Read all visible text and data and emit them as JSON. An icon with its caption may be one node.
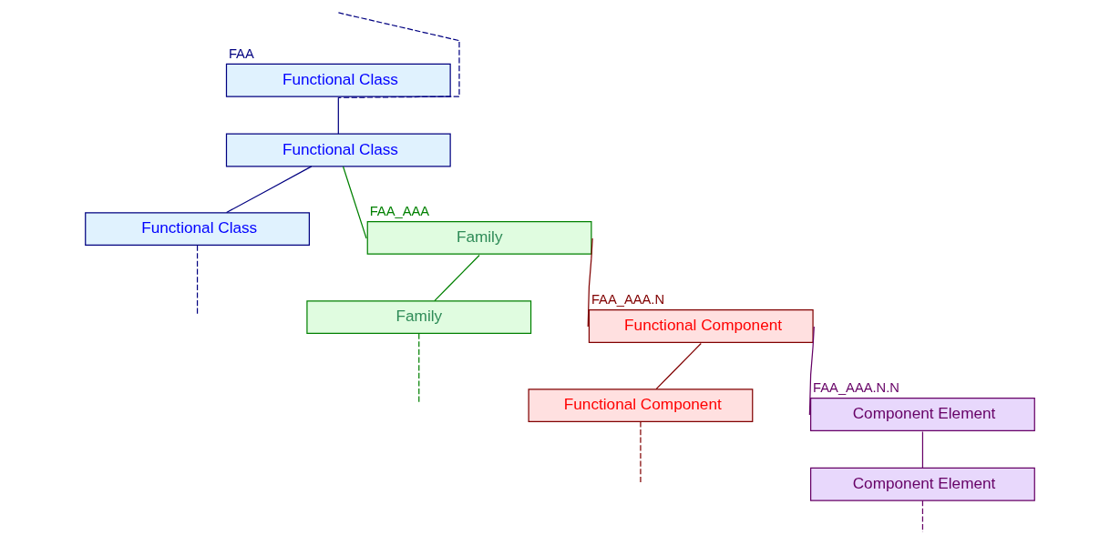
{
  "diagram": {
    "nodes": [
      {
        "text": [
          "FAA",
          "Functional Class"
        ]
      },
      {
        "text": [
          "Functional Class"
        ]
      },
      {
        "text": [
          "Functional Class"
        ]
      },
      {
        "text": [
          "FAA_AAA",
          "Family"
        ]
      },
      {
        "text": [
          "Family"
        ]
      },
      {
        "text": [
          "FAA_AAA.N",
          "Functional Component"
        ]
      },
      {
        "text": [
          "Functional Component"
        ]
      },
      {
        "text": [
          "FAA_AAA.N.N",
          "Component Element"
        ]
      },
      {
        "text": [
          "Component Element"
        ]
      }
    ],
    "edges": [
      {
        "from": null,
        "to": 0,
        "arrow": "none",
        "style": "dashed",
        "color": "#000080"
      },
      {
        "from": 0,
        "to": 1,
        "arrow": "none",
        "color": "#000080"
      },
      {
        "from": 1,
        "to": 2,
        "arrow": "none",
        "color": "#000080"
      },
      {
        "from": 2,
        "to": null,
        "arrow": "none",
        "style": "dashed",
        "color": "#000080"
      },
      {
        "from": 1,
        "to": 3,
        "arrow": "none",
        "color": "#008000"
      },
      {
        "from": 3,
        "to": 4,
        "arrow": "none",
        "color": "#008000"
      },
      {
        "from": 4,
        "to": null,
        "arrow": "none",
        "style": "dashed",
        "color": "#008000"
      },
      {
        "from": 3,
        "to": 5,
        "arrow": "none",
        "color": "#800000"
      },
      {
        "from": 5,
        "to": 6,
        "arrow": "none",
        "color": "#800000"
      },
      {
        "from": 6,
        "to": null,
        "arrow": "none",
        "style": "dashed",
        "color": "#800000"
      },
      {
        "from": 5,
        "to": 7,
        "arrow": "none",
        "color": "#660066"
      },
      {
        "from": 7,
        "to": 8,
        "arrow": "none",
        "color": "#660066"
      },
      {
        "from": 8,
        "to": null,
        "arrow": "none",
        "style": "dashed",
        "color": "#660066"
      }
    ]
  }
}
